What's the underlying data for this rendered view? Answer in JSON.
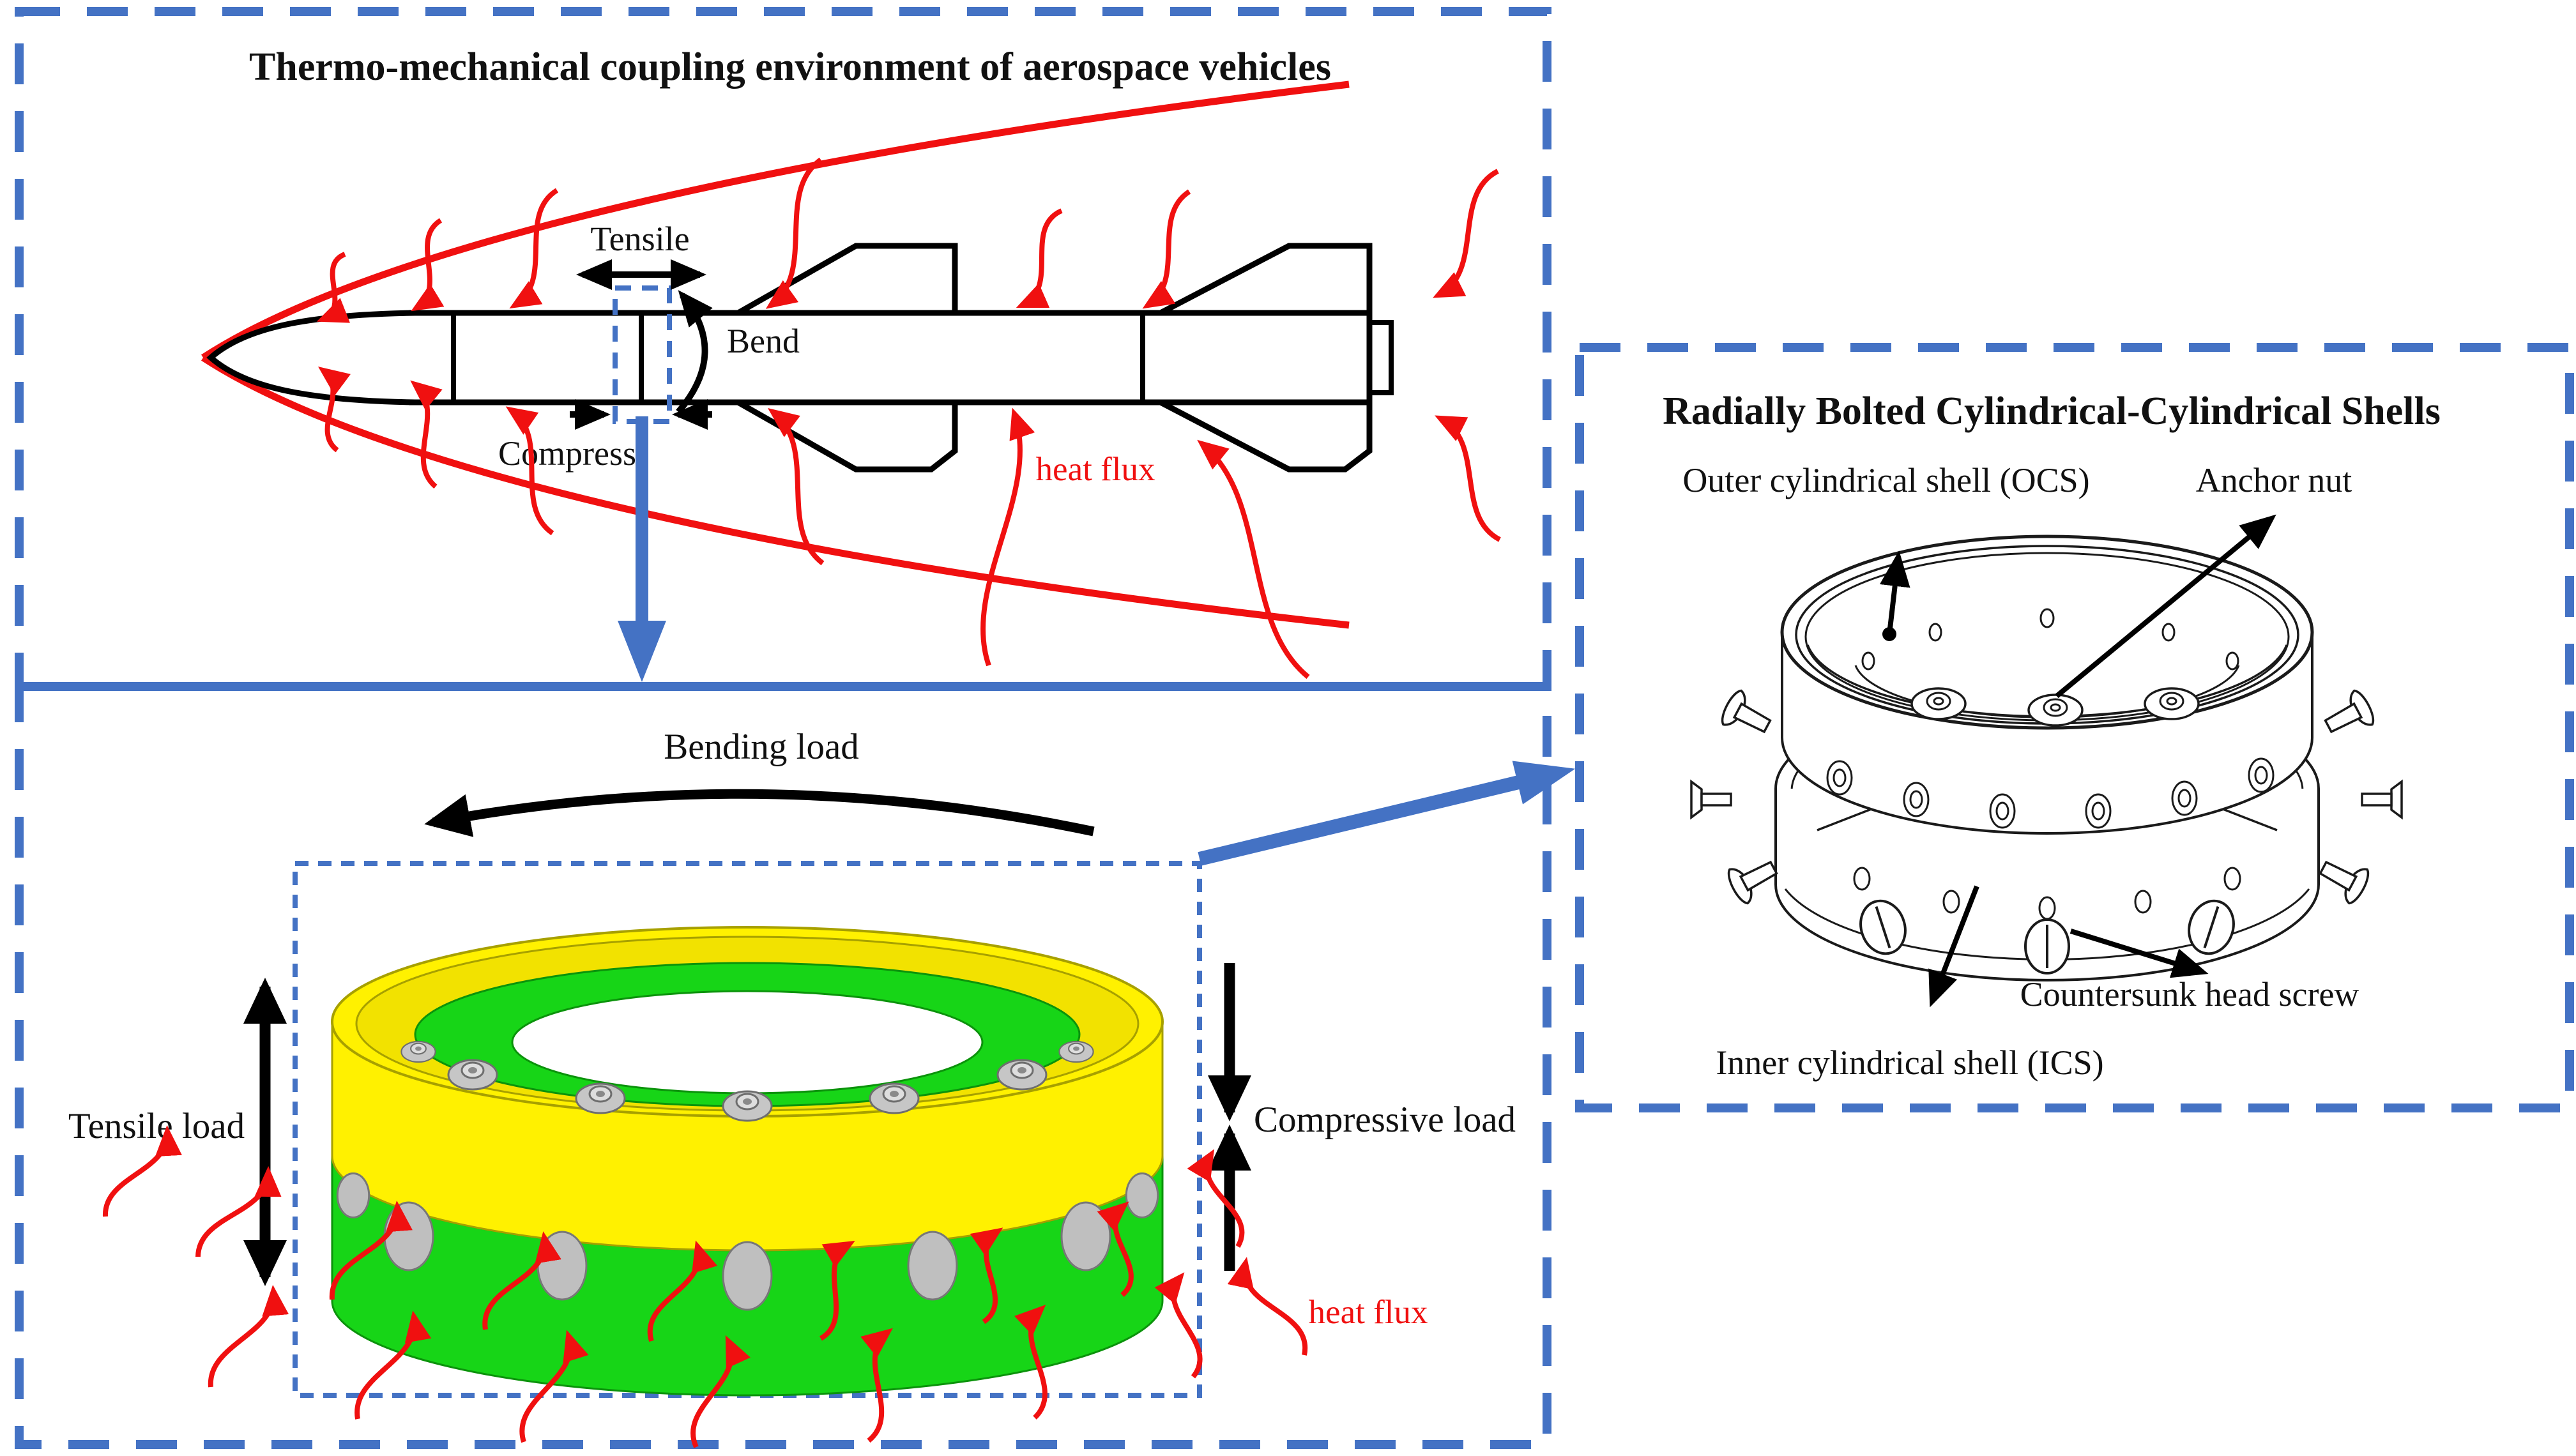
{
  "figure": {
    "type": "scientific-diagram",
    "description": "Thermo-mechanical coupling environment of aerospace vehicles leading to radially bolted cylindrical-cylindrical shells"
  },
  "colors": {
    "panel_border": "#4472C4",
    "arrow_blue": "#4472C4",
    "red": "#F01010",
    "yellow": "#FFF100",
    "yellow_inner": "#F2E200",
    "green": "#17D517",
    "gray": "#C6C6C6",
    "ink": "#111111"
  },
  "thermo": {
    "title": "Thermo-mechanical coupling environment of aerospace vehicles",
    "labels": {
      "tensile": "Tensile",
      "bend": "Bend",
      "compress": "Compress",
      "heat_flux": "heat flux"
    }
  },
  "loads": {
    "labels": {
      "bending": "Bending load",
      "tensile": "Tensile load",
      "compressive": "Compressive load",
      "heat_flux": "heat flux"
    }
  },
  "shells": {
    "title": "Radially Bolted Cylindrical-Cylindrical Shells",
    "labels": {
      "outer": "Outer cylindrical shell (OCS)",
      "anchor": "Anchor nut",
      "countersunk": "Countersunk head screw",
      "inner": "Inner cylindrical shell (ICS)"
    }
  }
}
